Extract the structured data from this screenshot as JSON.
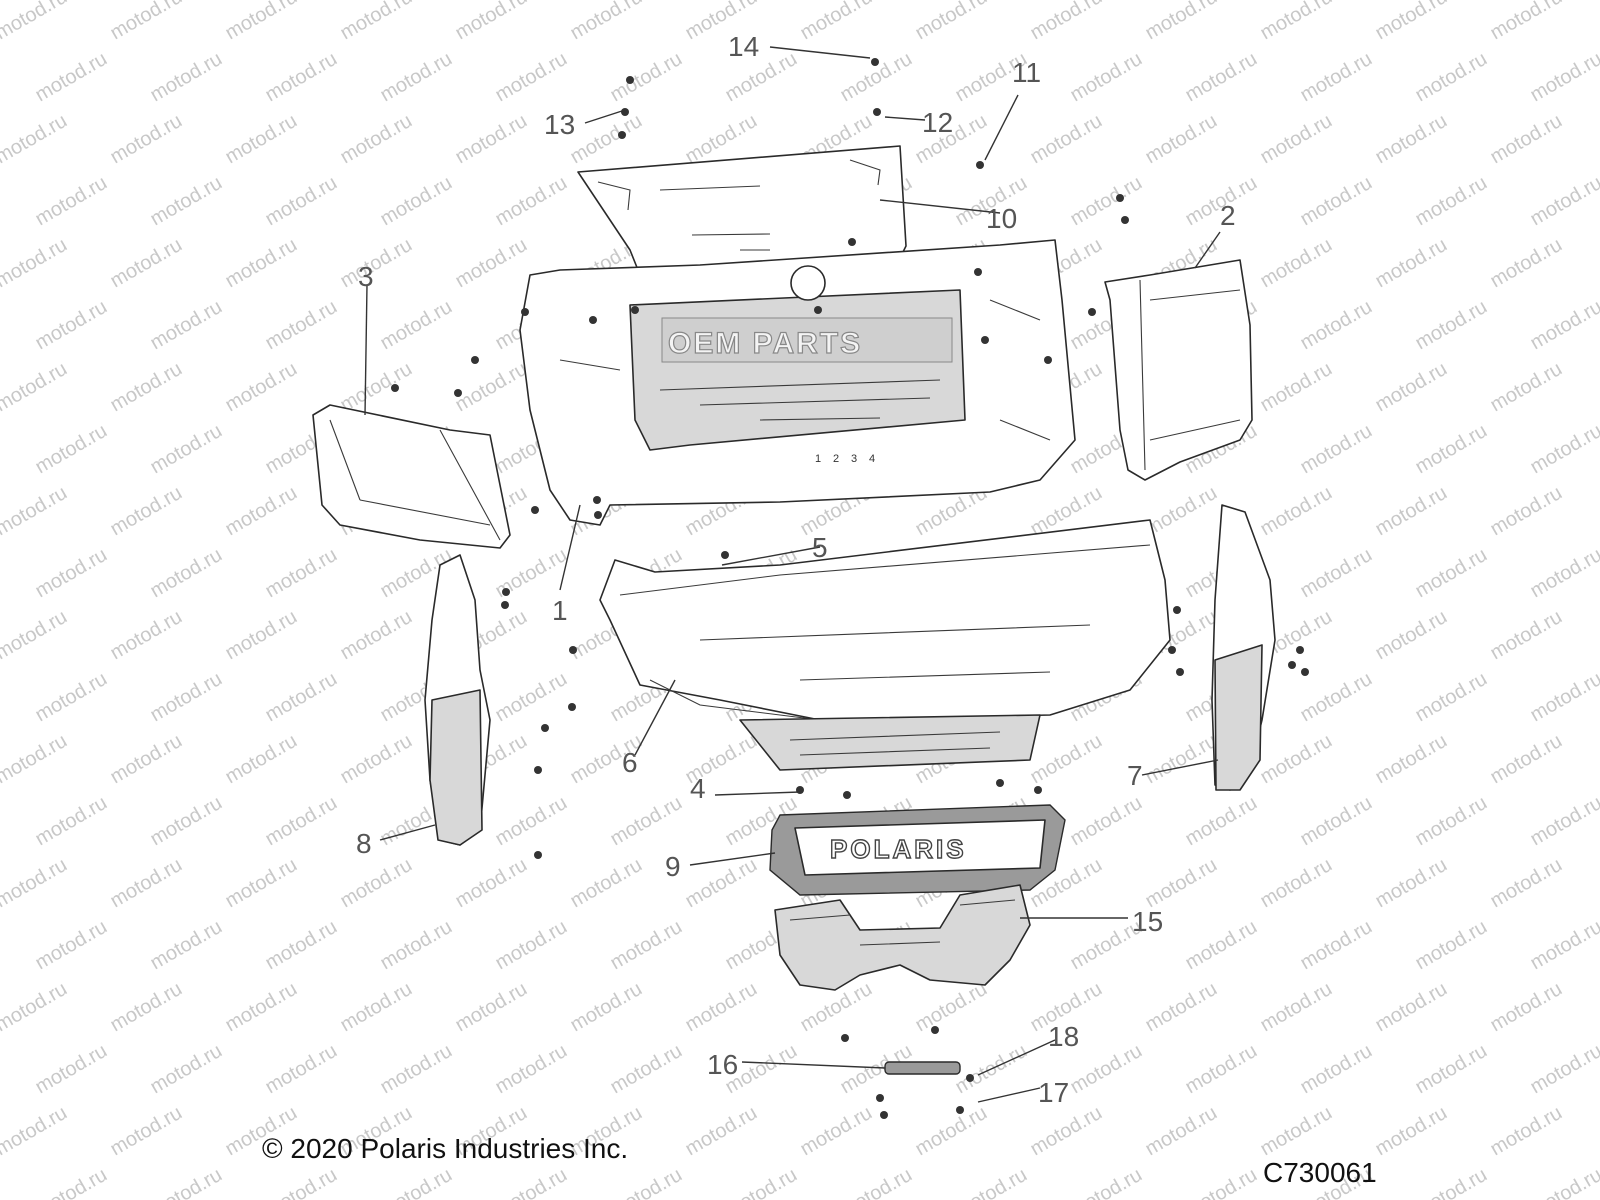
{
  "diagram": {
    "watermark": "motod.ru",
    "overlay_brand": "OEM PARTS",
    "grille_logo": "POLARIS",
    "callouts": [
      "1",
      "2",
      "3",
      "4",
      "5",
      "6",
      "7",
      "8",
      "9",
      "10",
      "11",
      "12",
      "13",
      "14",
      "15",
      "16",
      "17",
      "18"
    ],
    "panel_number_labels": [
      "1",
      "2",
      "3",
      "4"
    ]
  },
  "footer": {
    "copyright": "© 2020 Polaris Industries Inc.",
    "drawing_code": "C730061"
  }
}
